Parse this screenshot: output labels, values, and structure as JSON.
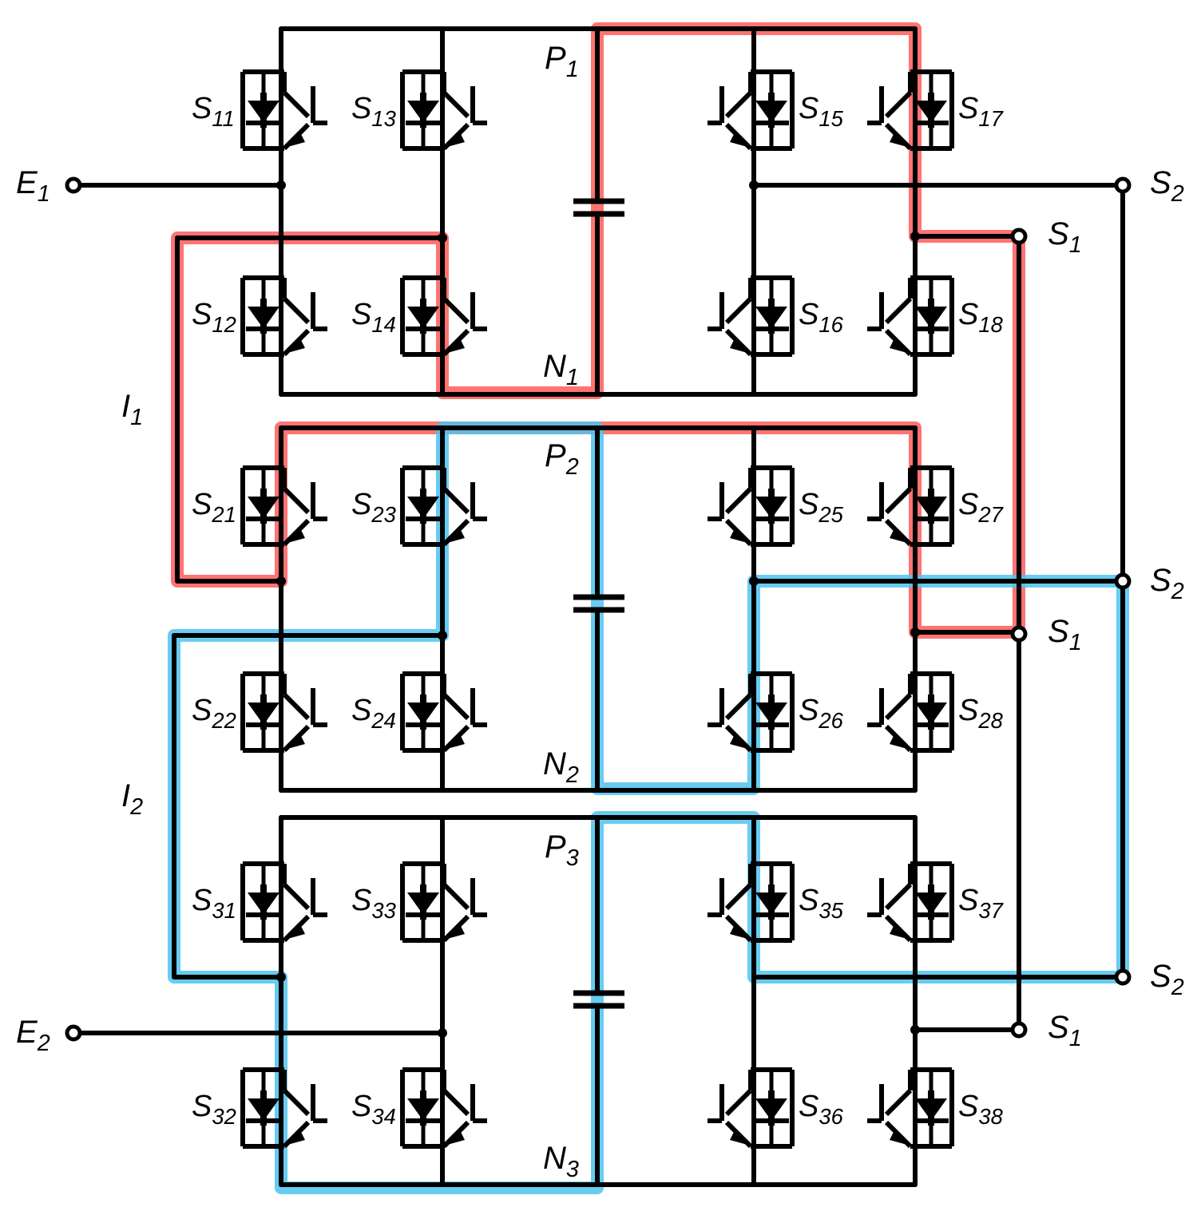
{
  "colors": {
    "wire": "#000000",
    "path_i1": "#ff5a5a",
    "path_i2": "#4dc3f0",
    "background": "#ffffff"
  },
  "cells": [
    {
      "id": "1",
      "switches": [
        "S11",
        "S12",
        "S13",
        "S14",
        "S15",
        "S16",
        "S17",
        "S18"
      ],
      "P": "P1",
      "N": "N1"
    },
    {
      "id": "2",
      "switches": [
        "S21",
        "S22",
        "S23",
        "S24",
        "S25",
        "S26",
        "S27",
        "S28"
      ],
      "P": "P2",
      "N": "N2"
    },
    {
      "id": "3",
      "switches": [
        "S31",
        "S32",
        "S33",
        "S34",
        "S35",
        "S36",
        "S37",
        "S38"
      ],
      "P": "P3",
      "N": "N3"
    }
  ],
  "terminals": {
    "E1": "E1",
    "E2": "E2",
    "S1": "S1",
    "S2": "S2"
  },
  "currents": {
    "I1": "I1",
    "I2": "I2"
  },
  "highlighted_paths": [
    {
      "current": "I1",
      "color_key": "path_i1"
    },
    {
      "current": "I2",
      "color_key": "path_i2"
    }
  ]
}
